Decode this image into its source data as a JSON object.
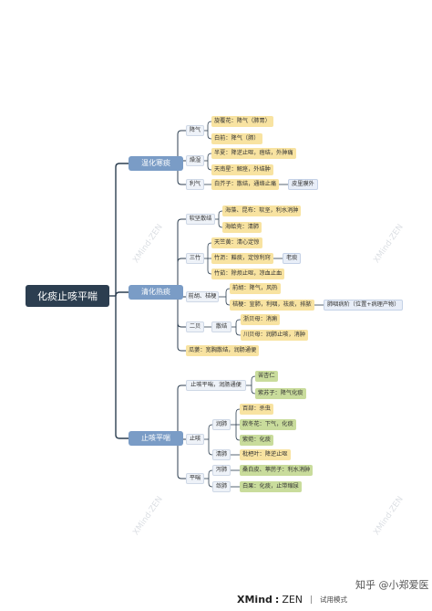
{
  "colors": {
    "root": "#2c3e50",
    "main": "#7a9cc6",
    "line": "#2c3e50",
    "leaf_yellow": "#f8e3a1",
    "leaf_green": "#c9dc9c",
    "leaf_blue": "#e8eef8"
  },
  "mindmap": {
    "root": "化痰止咳平喘",
    "branches": [
      {
        "label": "温化寒痰",
        "groups": [
          {
            "label": "降气",
            "leaves": [
              {
                "text": "旋覆花：降气（肺胃）",
                "color": "yellow"
              },
              {
                "text": "白前：降气（肺）",
                "color": "yellow"
              }
            ]
          },
          {
            "label": "燥湿",
            "leaves": [
              {
                "text": "半夏：降逆止呕，痞结，外肿痛",
                "color": "yellow"
              },
              {
                "text": "天南星：解痉，外结肿",
                "color": "yellow"
              }
            ]
          },
          {
            "label": "利气",
            "leaves": [
              {
                "text": "白芥子：散结，通络止痛",
                "color": "yellow",
                "tail": "皮里膜外"
              }
            ]
          }
        ]
      },
      {
        "label": "清化热痰",
        "groups": [
          {
            "label": "软坚散结",
            "leaves": [
              {
                "text": "海藻、昆布：软坚，利水消肿",
                "color": "yellow"
              },
              {
                "text": "海蛤壳：清肺",
                "color": "yellow"
              }
            ]
          },
          {
            "label": "三竹",
            "leaves": [
              {
                "text": "天竺黄：清心定惊",
                "color": "yellow"
              },
              {
                "text": "竹沥：豁痰，定惊利窍",
                "color": "yellow",
                "tail": "老痰"
              },
              {
                "text": "竹茹：除烦止呕，凉血止血",
                "color": "yellow"
              }
            ]
          },
          {
            "label": "前胡、桔梗",
            "leaves": [
              {
                "text": "前胡：降气，风热",
                "color": "yellow"
              },
              {
                "text": "桔梗：宣肺，利咽，祛痰，排脓",
                "color": "yellow",
                "tail": "肺咽病阶（位置+病理产物）"
              }
            ]
          },
          {
            "label": "二贝",
            "sublabel": "散结",
            "leaves": [
              {
                "text": "浙贝母：消痈",
                "color": "yellow"
              },
              {
                "text": "川贝母：润肺止咳，消肿",
                "color": "yellow"
              }
            ]
          },
          {
            "label": "",
            "leaves": [
              {
                "text": "瓜蒌：宽胸散结，润肠通便",
                "color": "yellow"
              }
            ]
          }
        ]
      },
      {
        "label": "止咳平喘",
        "groups": [
          {
            "label": "止咳平喘，润肠通便",
            "leaves": [
              {
                "text": "苦杏仁",
                "color": "green"
              },
              {
                "text": "紫苏子：降气化痰",
                "color": "green"
              }
            ]
          },
          {
            "label": "止咳",
            "subgroups": [
              {
                "label": "润肺",
                "leaves": [
                  {
                    "text": "百部：杀虫",
                    "color": "yellow"
                  },
                  {
                    "text": "款冬花：下气，化痰",
                    "color": "green"
                  },
                  {
                    "text": "紫菀：化痰",
                    "color": "green"
                  }
                ]
              },
              {
                "label": "清肺",
                "leaves": [
                  {
                    "text": "枇杷叶：降逆止呕",
                    "color": "yellow"
                  }
                ]
              }
            ]
          },
          {
            "label": "平喘",
            "subgroups": [
              {
                "label": "泻肺",
                "leaves": [
                  {
                    "text": "桑白皮、葶苈子：利水消肿",
                    "color": "green"
                  }
                ]
              },
              {
                "label": "敛肺",
                "leaves": [
                  {
                    "text": "白果：化痰，止带缩尿",
                    "color": "green"
                  }
                ]
              }
            ]
          }
        ]
      }
    ]
  },
  "footer": {
    "brand": "XMind",
    "brand_suffix": "ZEN",
    "trial": "试用模式",
    "watermark_credit": "知乎 @小郑爱医"
  },
  "watermarks": {
    "text": "XMind·ZEN"
  }
}
